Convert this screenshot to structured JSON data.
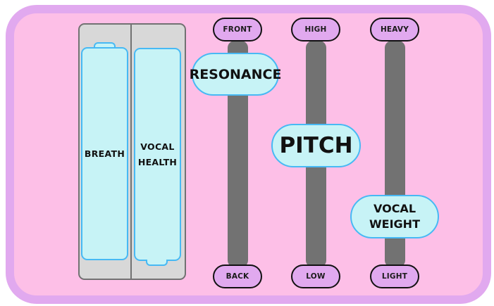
{
  "colors": {
    "background": "#fdbfe7",
    "frame_border": "#e1a9ef",
    "panel": "#d8d8d8",
    "panel_border": "#727272",
    "battery_fill": "#c7f3f6",
    "battery_border": "#47b9f4",
    "track": "#727272",
    "end_pill": "#e1a9ef"
  },
  "batteries": [
    {
      "label": "BREATH",
      "orientation": "nub-top"
    },
    {
      "label": "VOCAL HEALTH",
      "label_lines": [
        "VOCAL",
        "HEALTH"
      ],
      "orientation": "nub-bottom"
    }
  ],
  "sliders": [
    {
      "name": "resonance",
      "label": "RESONANCE",
      "top_label": "FRONT",
      "bottom_label": "BACK",
      "level": 0.88
    },
    {
      "name": "pitch",
      "label": "PITCH",
      "top_label": "HIGH",
      "bottom_label": "LOW",
      "level": 0.5
    },
    {
      "name": "vocal-weight",
      "label": "VOCAL WEIGHT",
      "label_lines": [
        "VOCAL",
        "WEIGHT"
      ],
      "top_label": "HEAVY",
      "bottom_label": "LIGHT",
      "level": 0.2
    }
  ]
}
